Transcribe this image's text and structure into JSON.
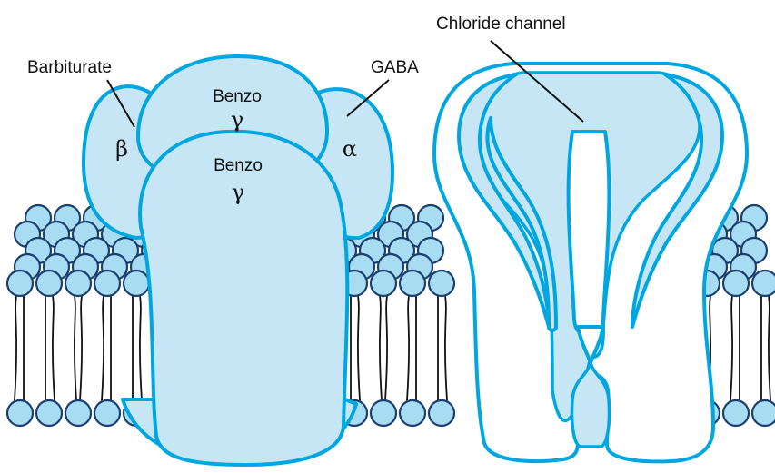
{
  "labels": {
    "barbiturate": "Barbiturate",
    "gaba": "GABA",
    "chloride_channel": "Chloride channel",
    "benzo_top": "Benzo",
    "gamma_top": "γ",
    "benzo_front": "Benzo",
    "gamma_front": "γ",
    "beta": "β",
    "alpha": "α"
  },
  "colors": {
    "protein_fill": "#c6e6f6",
    "protein_outline": "#00a6e0",
    "lipid_head": "#a8dcf3",
    "lipid_outline": "#1a3f6e"
  }
}
